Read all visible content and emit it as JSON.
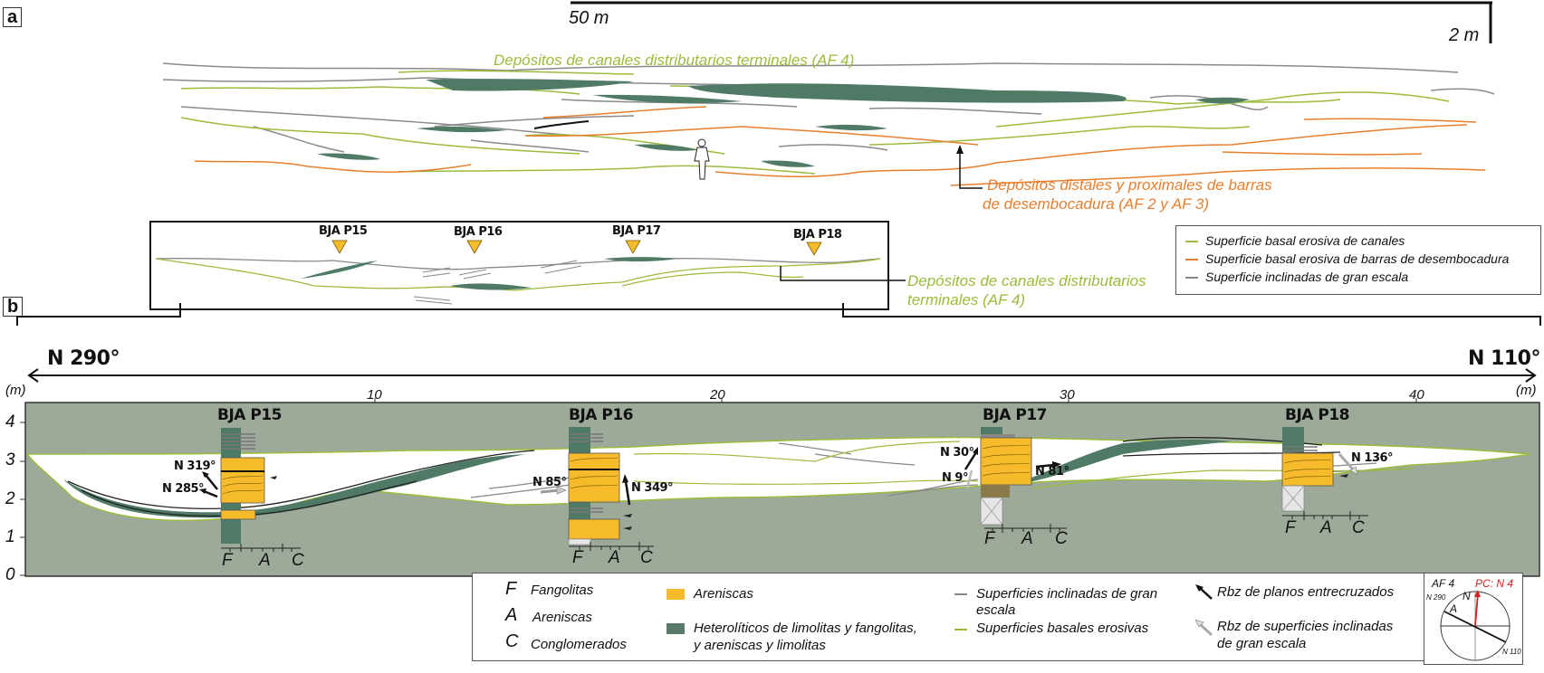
{
  "panel_a": {
    "label": "a",
    "scale_horizontal": "50 m",
    "scale_vertical": "2 m",
    "annotation_channels": "Depósitos de canales distributarios terminales (AF 4)",
    "annotation_bars_line1": "Depósitos distales y proximales de barras",
    "annotation_bars_line2": "de desembocadura (AF 2 y AF 3)",
    "overview": {
      "sections": [
        "BJA P15",
        "BJA P16",
        "BJA P17",
        "BJA P18"
      ],
      "annotation_line1": "Depósitos de canales distributarios",
      "annotation_line2": "terminales (AF 4)"
    },
    "legend": [
      {
        "label": "Superficie basal erosiva de canales",
        "color": "#9bbb3c"
      },
      {
        "label": "Superficie basal erosiva de barras de desembocadura",
        "color": "#e57f2f"
      },
      {
        "label": "Superficie inclinadas de gran escala",
        "color": "#888888"
      }
    ]
  },
  "panel_b": {
    "label": "b",
    "direction_left": "N 290°",
    "direction_right": "N 110°",
    "y_unit": "(m)",
    "x_unit": "(m)",
    "y_ticks": [
      "4",
      "3",
      "2",
      "1",
      "0"
    ],
    "x_ticks": [
      "10",
      "20",
      "30",
      "40"
    ],
    "sections": [
      {
        "name": "BJA P15",
        "paleocurrents": [
          "N 319°",
          "N 285°"
        ]
      },
      {
        "name": "BJA P16",
        "paleocurrents": [
          "N 85°",
          "N 349°"
        ]
      },
      {
        "name": "BJA P17",
        "paleocurrents": [
          "N 30°",
          "N 9°",
          "N 81°"
        ]
      },
      {
        "name": "BJA P18",
        "paleocurrents": [
          "N 136°"
        ]
      }
    ],
    "grain_scale": [
      "F",
      "A",
      "C"
    ]
  },
  "bottom_legend": {
    "grain_letters": [
      {
        "letter": "F",
        "label": "Fangolitas"
      },
      {
        "letter": "A",
        "label": "Areniscas"
      },
      {
        "letter": "C",
        "label": "Conglomerados"
      }
    ],
    "lithologies": [
      {
        "label": "Areniscas",
        "color": "#f5bb2a"
      },
      {
        "label_line1": "Heterolíticos de limolitas y fangolitas,",
        "label_line2": "y areniscas y limolitas",
        "color": "#5a7a6c"
      }
    ],
    "surfaces": [
      {
        "label_line1": "Superficies inclinadas de gran",
        "label_line2": "escala",
        "color": "#888888"
      },
      {
        "label": "Superficies basales erosivas",
        "color": "#9bbb3c"
      }
    ],
    "paleocurrents": [
      {
        "label": "Rbz de planos entrecruzados"
      },
      {
        "label_line1": "Rbz de superficies inclinadas",
        "label_line2": "de gran escala"
      }
    ]
  },
  "compass": {
    "facies": "AF 4",
    "pc": "PC: N 4",
    "north": "N",
    "a_label": "A",
    "left_dir": "N 290",
    "right_dir": "N 110"
  },
  "colors": {
    "background_grey": "#9daa9a",
    "heterolithic": "#4e7a66",
    "sandstone": "#f5bb2a",
    "channel_surface": "#9bbb3c",
    "bar_surface": "#e57f2f",
    "inclined_surface": "#888888",
    "pc_red": "#d42020"
  }
}
